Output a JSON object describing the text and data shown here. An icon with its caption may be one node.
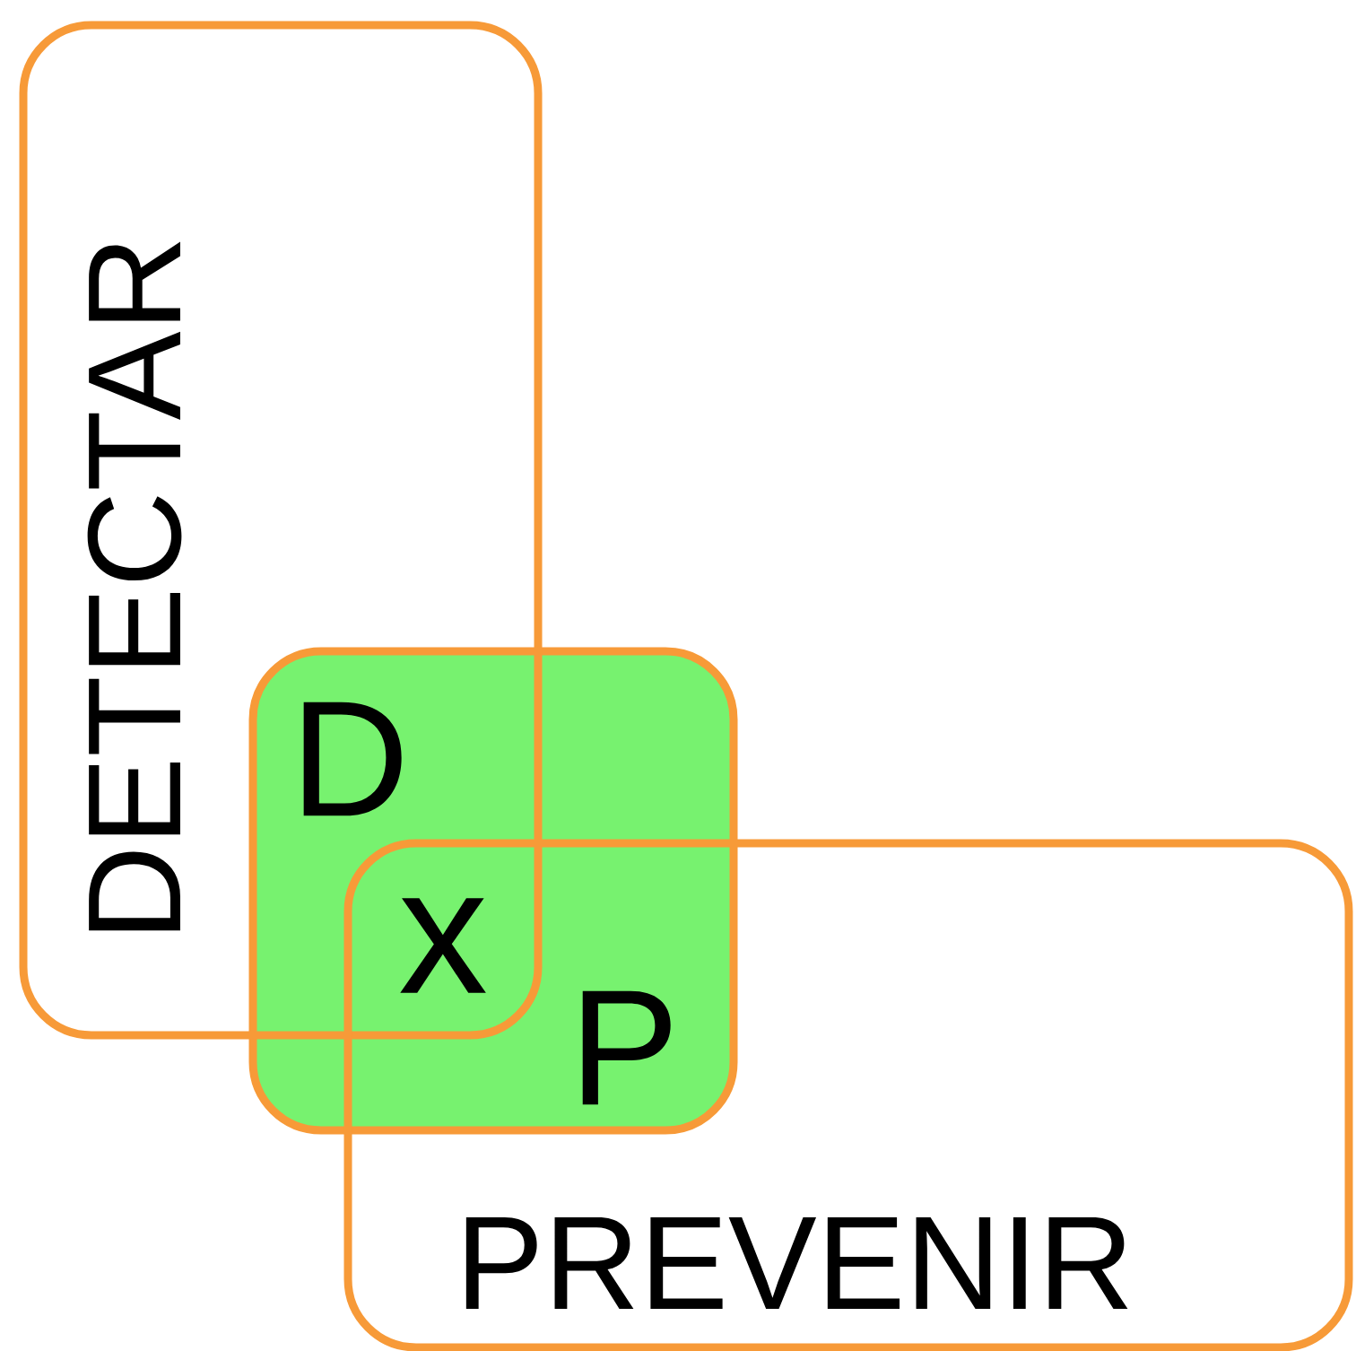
{
  "diagram": {
    "nodes": [
      {
        "text": [
          "D",
          "x",
          "P"
        ]
      },
      {
        "text": [
          "DETECTAR"
        ]
      },
      {
        "text": [
          "PREVENIR"
        ]
      }
    ]
  }
}
